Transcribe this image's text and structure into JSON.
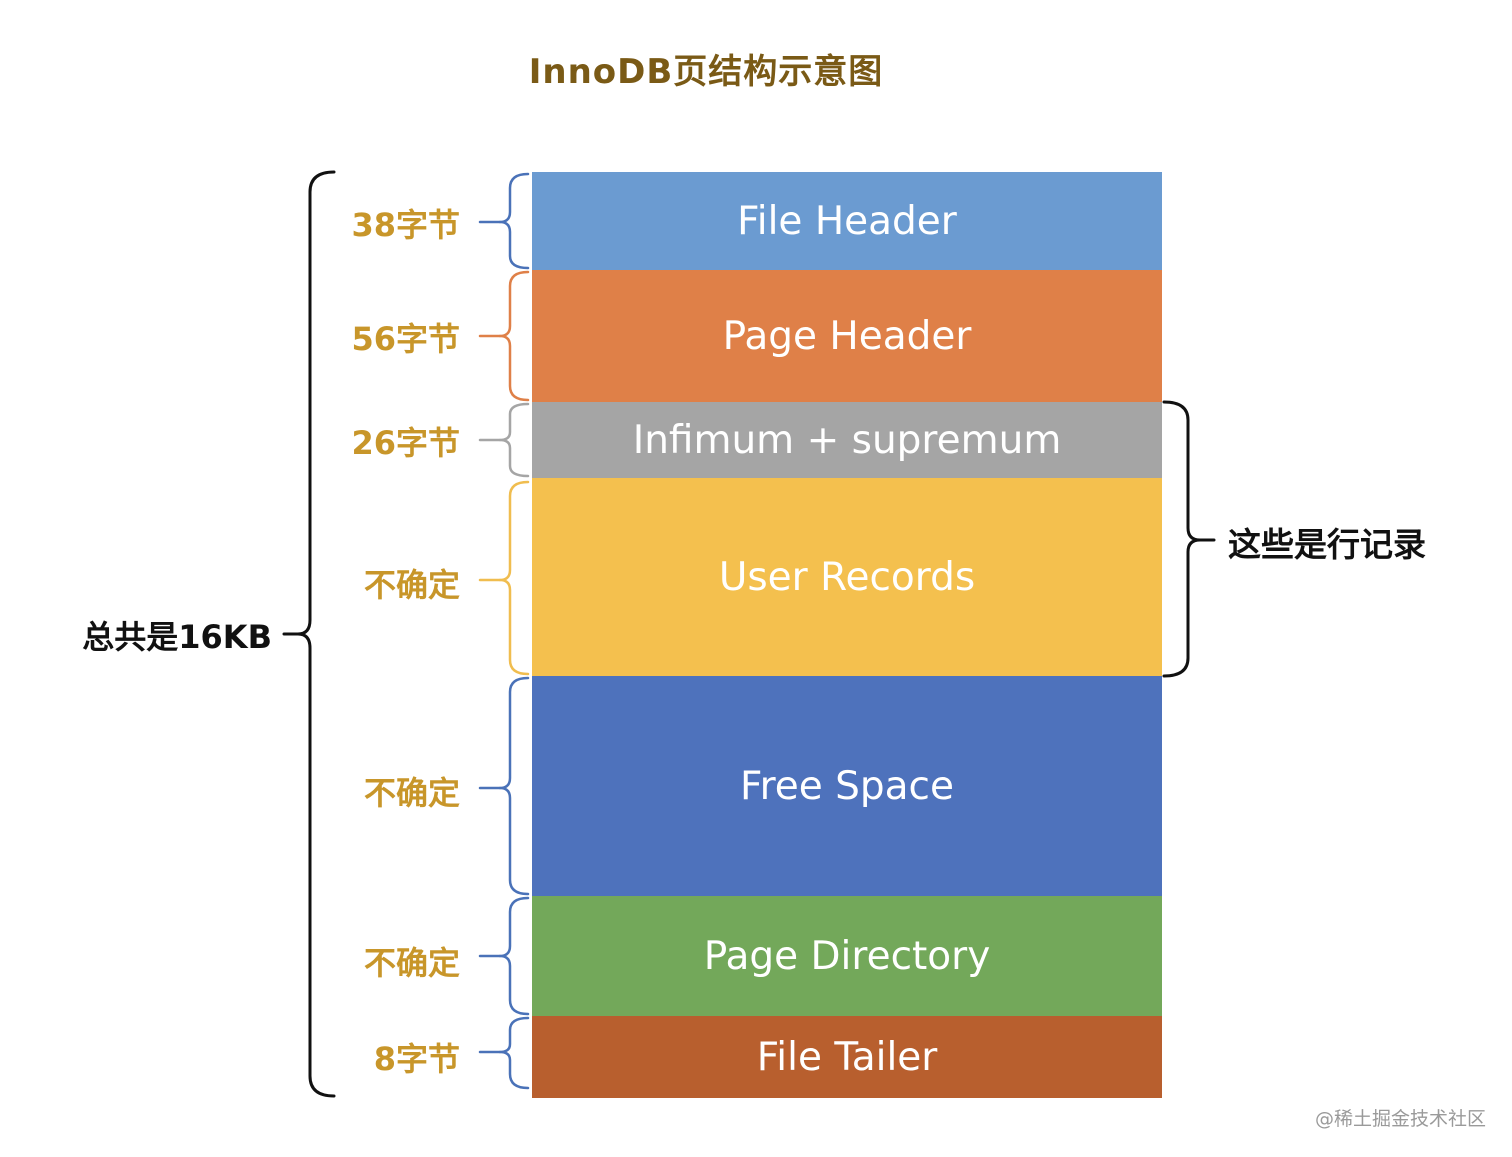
{
  "title": "InnoDB页结构示意图",
  "segments": [
    {
      "name": "File Header",
      "size": "38字节",
      "color": "#6b9bd1",
      "bracket_color": "#4a72b8"
    },
    {
      "name": "Page Header",
      "size": "56字节",
      "color": "#df8048",
      "bracket_color": "#df8048"
    },
    {
      "name": "Infimum + supremum",
      "size": "26字节",
      "color": "#a5a5a5",
      "bracket_color": "#a5a5a5"
    },
    {
      "name": "User Records",
      "size": "不确定",
      "color": "#f4c04e",
      "bracket_color": "#f0bd4f"
    },
    {
      "name": "Free Space",
      "size": "不确定",
      "color": "#4e72bc",
      "bracket_color": "#4a72b8"
    },
    {
      "name": "Page Directory",
      "size": "不确定",
      "color": "#73a85a",
      "bracket_color": "#4a72b8"
    },
    {
      "name": "File Tailer",
      "size": "8字节",
      "color": "#b85f2e",
      "bracket_color": "#4a72b8"
    }
  ],
  "total_label": "总共是16KB",
  "rows_label": "这些是行记录",
  "watermark": "@稀土掘金技术社区"
}
